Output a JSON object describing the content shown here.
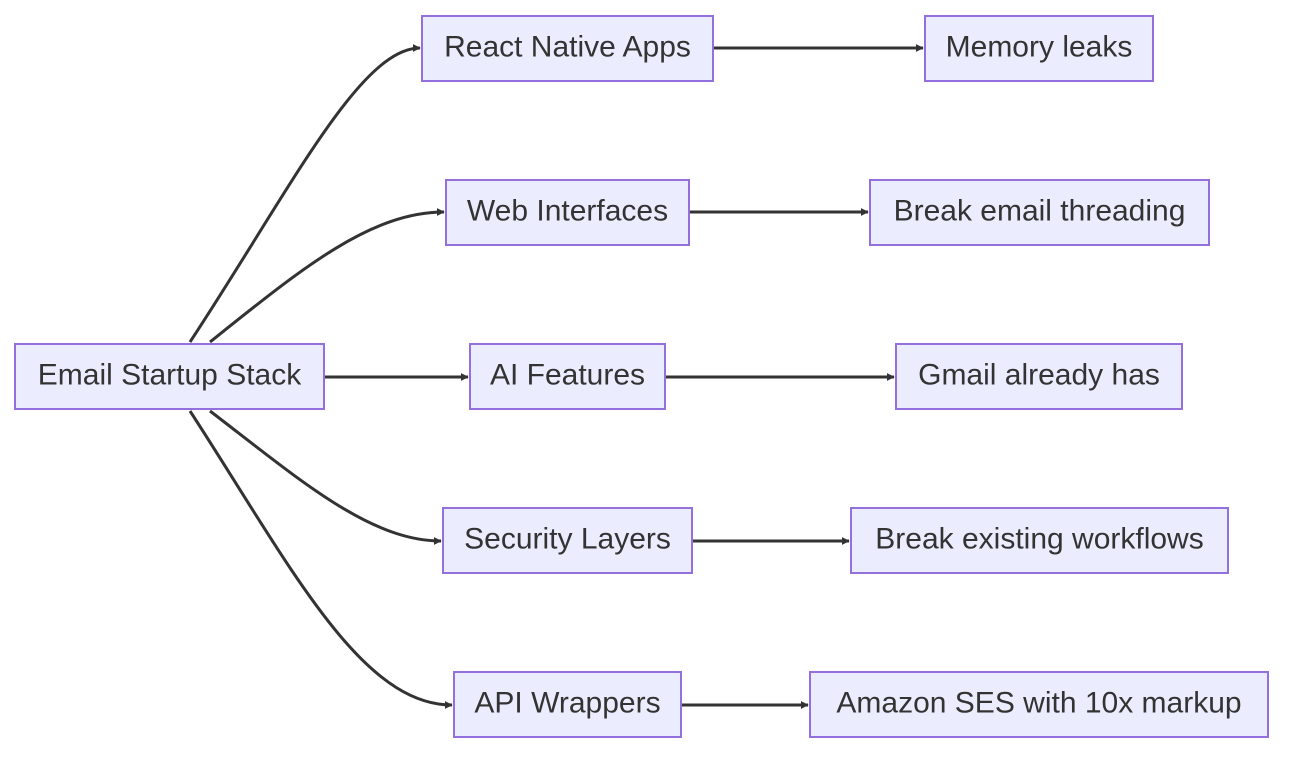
{
  "diagram": {
    "root": {
      "label": "Email Startup Stack"
    },
    "branches": [
      {
        "label": "React Native Apps",
        "outcome": "Memory leaks"
      },
      {
        "label": "Web Interfaces",
        "outcome": "Break email threading"
      },
      {
        "label": "AI Features",
        "outcome": "Gmail already has"
      },
      {
        "label": "Security Layers",
        "outcome": "Break existing workflows"
      },
      {
        "label": "API Wrappers",
        "outcome": "Amazon SES with 10x markup"
      }
    ],
    "colors": {
      "node_fill": "#ECECFF",
      "node_border": "#9370DB",
      "edge": "#333333",
      "text": "#333333"
    }
  }
}
